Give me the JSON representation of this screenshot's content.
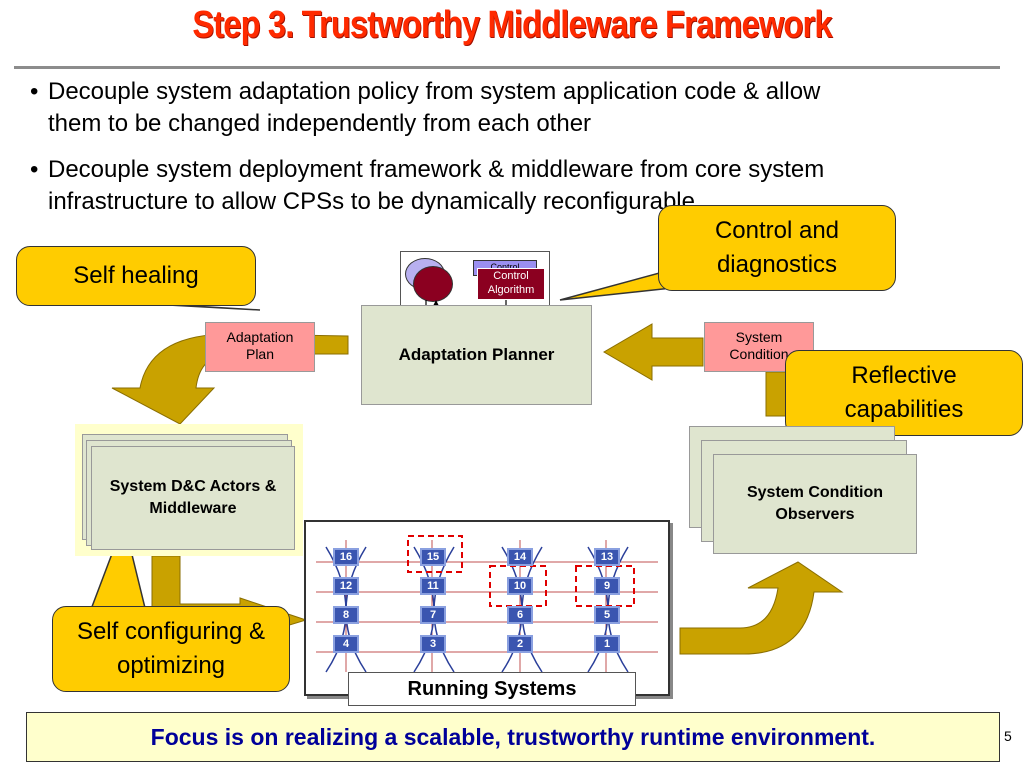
{
  "title": "Step 3. Trustworthy Middleware Framework",
  "bullets": [
    {
      "line1": "Decouple system adaptation policy from system application code & allow",
      "line2": "them to be changed independently from each other"
    },
    {
      "line1": "Decouple system deployment framework & middleware from core system",
      "line2": "infrastructure to allow CPSs to be dynamically reconfigurable"
    }
  ],
  "bullet_char": "•",
  "callouts": {
    "self_healing": "Self healing",
    "control_diagnostics": "Control and diagnostics",
    "reflective": "Reflective capabilities",
    "self_configuring": "Self configuring & optimizing"
  },
  "control_algorithm_back": "Control",
  "control_algorithm": "Control Algorithm",
  "adaptation_planner": "Adaptation Planner",
  "adaptation_plan": "Adaptation Plan",
  "system_condition": "System Condition",
  "dc_actors": "System D&C Actors & Middleware",
  "observers": "System Condition Observers",
  "running_systems": "Running Systems",
  "grid_nodes": [
    "16",
    "15",
    "14",
    "13",
    "12",
    "11",
    "10",
    "9",
    "8",
    "7",
    "6",
    "5",
    "4",
    "3",
    "2",
    "1"
  ],
  "footer": "Focus is on realizing a scalable, trustworthy runtime environment.",
  "page_number": "5",
  "colors": {
    "title": "#ff2a00",
    "callout": "#ffcc00",
    "arrow": "#c9a200",
    "footer_text": "#000099"
  }
}
